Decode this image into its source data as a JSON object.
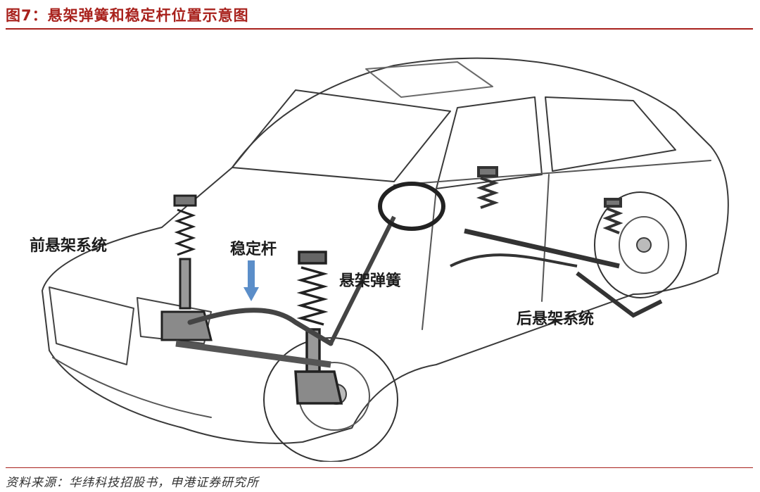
{
  "header": {
    "title": "图7：悬架弹簧和稳定杆位置示意图"
  },
  "labels": {
    "front_suspension": "前悬架系统",
    "stabilizer_bar": "稳定杆",
    "suspension_spring": "悬架弹簧",
    "rear_suspension": "后悬架系统"
  },
  "footer": {
    "source": "资料来源：华纬科技招股书，申港证券研究所"
  },
  "colors": {
    "accent": "#a8211c",
    "arrow": "#5b8ec9"
  }
}
